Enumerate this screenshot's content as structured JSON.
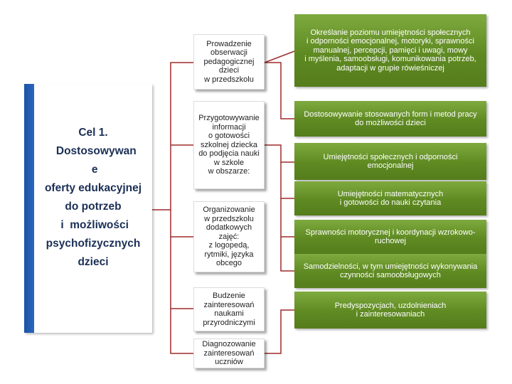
{
  "goal": {
    "text": "Cel 1.\n  Dostosowywan\n e\noferty edukacyjnej\ndo potrzeb\n i  możliwości\npsychofizycznych\ndzieci"
  },
  "tasks": [
    {
      "text": "Prowadzenie\nobserwacji\npedagogicznej\ndzieci\nw przedszkolu"
    },
    {
      "text": "Przygotowywanie\ninformacji\no gotowości\nszkolnej dziecka\ndo podjęcia nauki\nw szkole\nw obszarze:"
    },
    {
      "text": "Organizowanie\nw przedszkolu\ndodatkowych\nzajęć:\nz logopedą,\nrytmiki, języka\nobcego"
    },
    {
      "text": "Budzenie\nzainteresowań\nnaukami\nprzyrodniczymi"
    },
    {
      "text": "Diagnozowanie\nzainteresowań\nuczniów"
    }
  ],
  "details": [
    {
      "text": "Określanie  poziomu umiejętności społecznych\ni odporności emocjonalnej, motoryki, sprawności\nmanualnej, percepcji, pamięci i uwagi, mowy\ni myślenia, samoobsługi, komunikowania potrzeb,\nadaptacji w grupie rówieśniczej"
    },
    {
      "text": "Dostosowywanie stosowanych form i metod pracy\ndo możliwości dzieci"
    },
    {
      "text": "Umiejętności społecznych i odporności\nemocjonalnej"
    },
    {
      "text": "Umiejętności matematycznych\ni gotowości do nauki czytania"
    },
    {
      "text": "Sprawności motorycznej i koordynacji wzrokowo-\nruchowej"
    },
    {
      "text": "Samodzielności, w tym umiejętności wykonywania\nczynności samoobsługowych"
    },
    {
      "text": "Predyspozycjach, uzdolnieniach\ni zainteresowaniach"
    }
  ],
  "colors": {
    "goal_blue": "#1a54a8",
    "goal_text": "#1b2f56",
    "connector": "#9e2a2a",
    "detail_green": "#5f8a22"
  }
}
